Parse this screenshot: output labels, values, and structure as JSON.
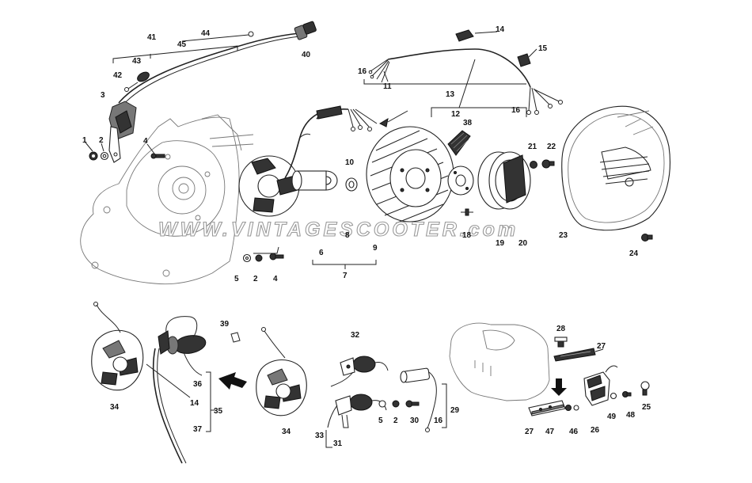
{
  "watermark": "WWW.VINTAGESCOOTER.com",
  "callouts": [
    {
      "id": "c41",
      "text": "41"
    },
    {
      "id": "c44",
      "text": "44"
    },
    {
      "id": "c45",
      "text": "45"
    },
    {
      "id": "c40",
      "text": "40"
    },
    {
      "id": "c43",
      "text": "43"
    },
    {
      "id": "c42",
      "text": "42"
    },
    {
      "id": "c3",
      "text": "3"
    },
    {
      "id": "c1",
      "text": "1"
    },
    {
      "id": "c2a",
      "text": "2"
    },
    {
      "id": "c4a",
      "text": "4"
    },
    {
      "id": "c14a",
      "text": "14"
    },
    {
      "id": "c15",
      "text": "15"
    },
    {
      "id": "c16a",
      "text": "16"
    },
    {
      "id": "c11",
      "text": "11"
    },
    {
      "id": "c13",
      "text": "13"
    },
    {
      "id": "c12",
      "text": "12"
    },
    {
      "id": "c16b",
      "text": "16"
    },
    {
      "id": "c38",
      "text": "38"
    },
    {
      "id": "c21",
      "text": "21"
    },
    {
      "id": "c22",
      "text": "22"
    },
    {
      "id": "c10",
      "text": "10"
    },
    {
      "id": "c8",
      "text": "8"
    },
    {
      "id": "c9",
      "text": "9"
    },
    {
      "id": "c18",
      "text": "18"
    },
    {
      "id": "c19",
      "text": "19"
    },
    {
      "id": "c20",
      "text": "20"
    },
    {
      "id": "c23",
      "text": "23"
    },
    {
      "id": "c24",
      "text": "24"
    },
    {
      "id": "c6",
      "text": "6"
    },
    {
      "id": "c5a",
      "text": "5"
    },
    {
      "id": "c2b",
      "text": "2"
    },
    {
      "id": "c4b",
      "text": "4"
    },
    {
      "id": "c7",
      "text": "7"
    },
    {
      "id": "c39",
      "text": "39"
    },
    {
      "id": "c36",
      "text": "36"
    },
    {
      "id": "c14b",
      "text": "14"
    },
    {
      "id": "c35",
      "text": "35"
    },
    {
      "id": "c37",
      "text": "37"
    },
    {
      "id": "c34a",
      "text": "34"
    },
    {
      "id": "c34b",
      "text": "34"
    },
    {
      "id": "c32",
      "text": "32"
    },
    {
      "id": "c33",
      "text": "33"
    },
    {
      "id": "c31",
      "text": "31"
    },
    {
      "id": "c5b",
      "text": "5"
    },
    {
      "id": "c2c",
      "text": "2"
    },
    {
      "id": "c30",
      "text": "30"
    },
    {
      "id": "c16c",
      "text": "16"
    },
    {
      "id": "c29",
      "text": "29"
    },
    {
      "id": "c28",
      "text": "28"
    },
    {
      "id": "c27a",
      "text": "27"
    },
    {
      "id": "c27b",
      "text": "27"
    },
    {
      "id": "c47",
      "text": "47"
    },
    {
      "id": "c46",
      "text": "46"
    },
    {
      "id": "c26",
      "text": "26"
    },
    {
      "id": "c49",
      "text": "49"
    },
    {
      "id": "c48",
      "text": "48"
    },
    {
      "id": "c25",
      "text": "25"
    }
  ]
}
